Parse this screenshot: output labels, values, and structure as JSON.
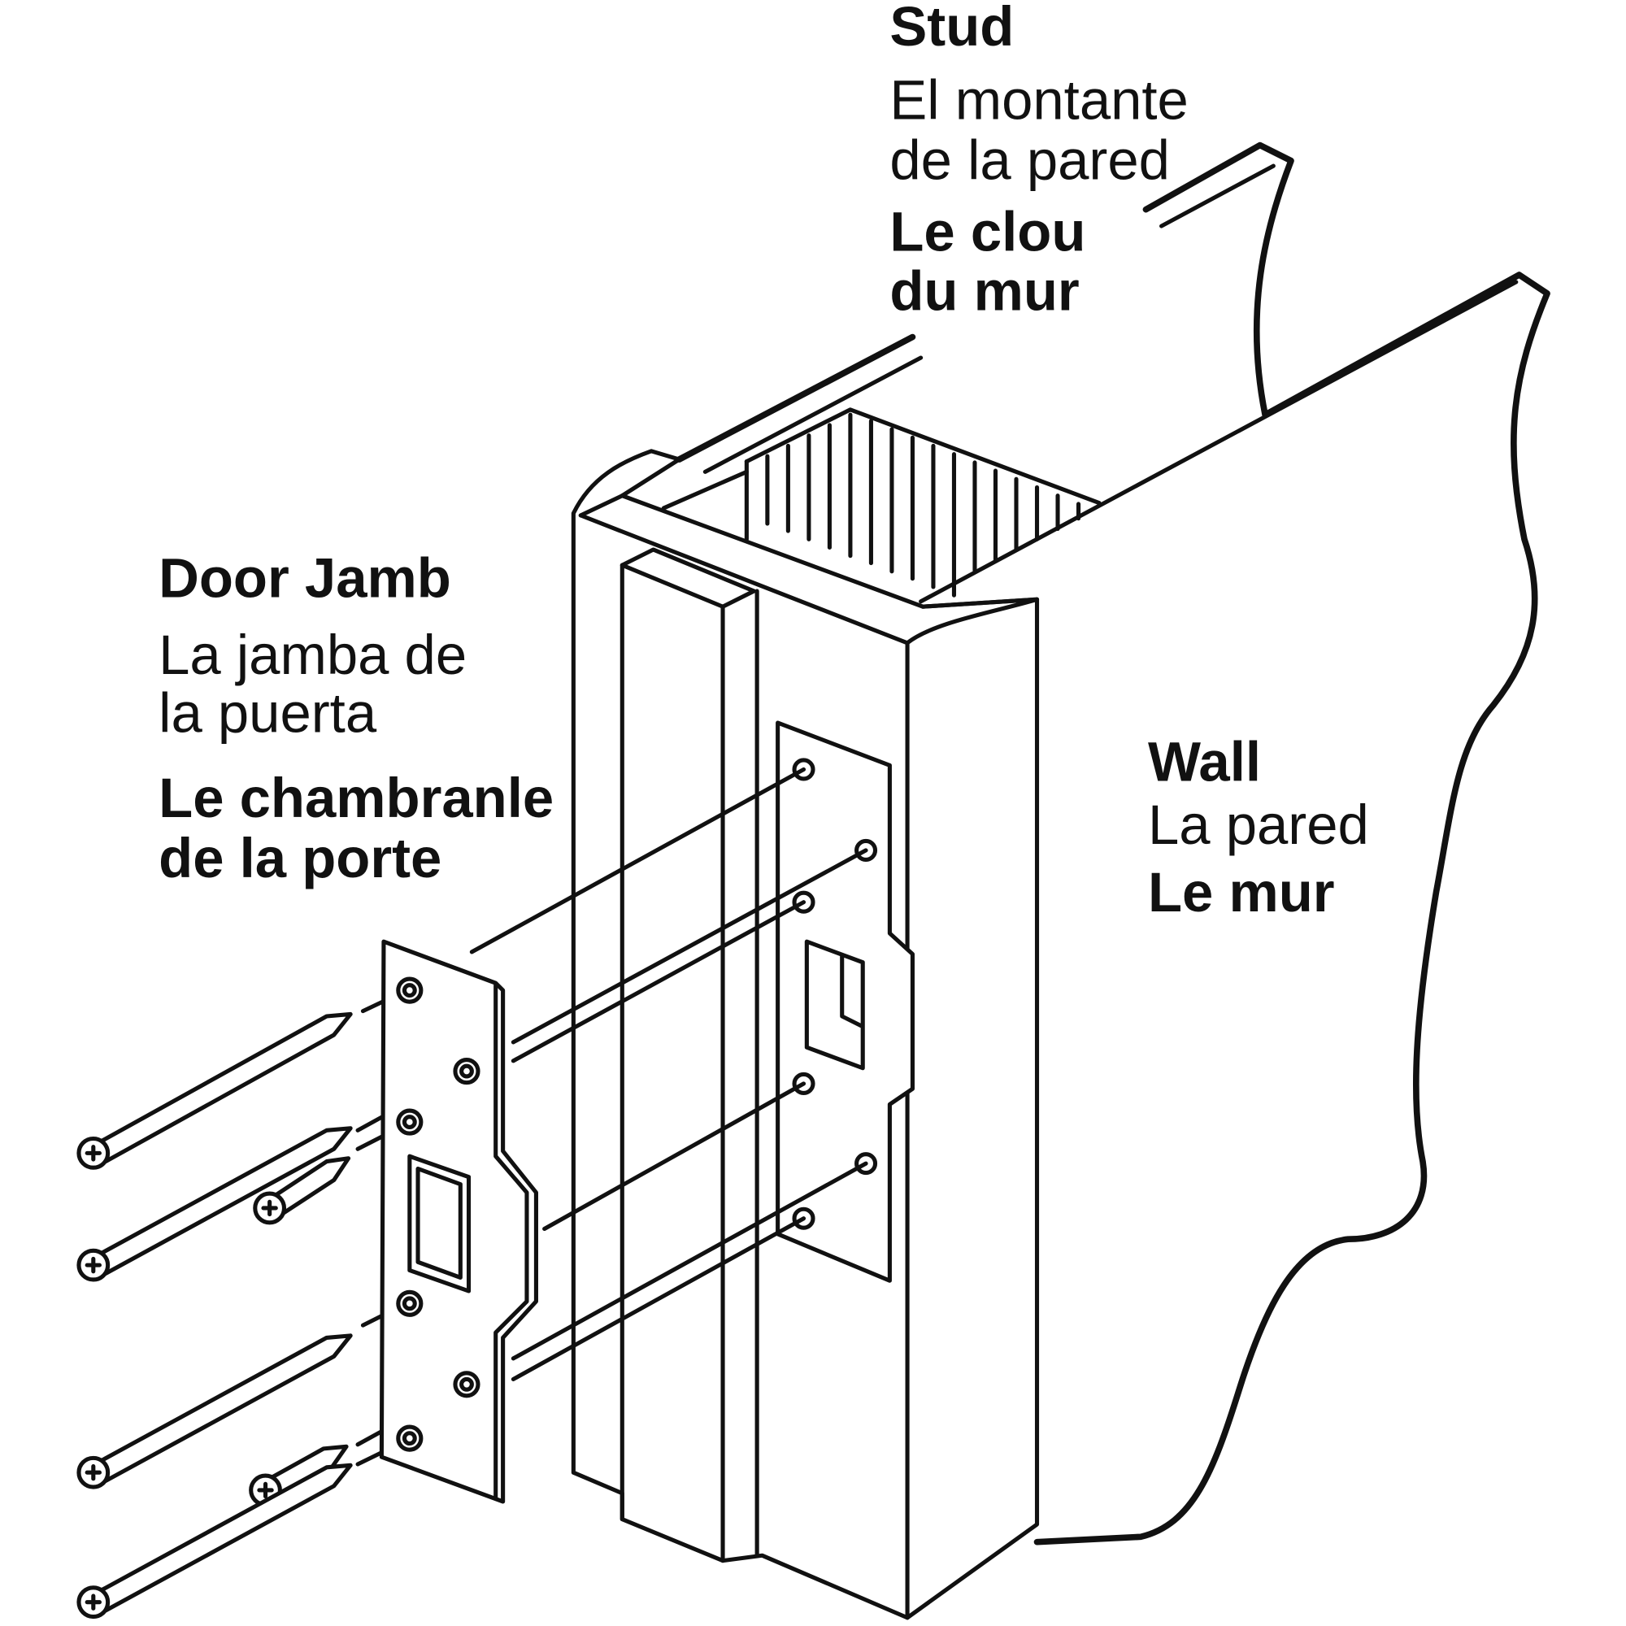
{
  "labels": {
    "stud": {
      "en": "Stud",
      "es_1": "El montante",
      "es_2": "de la pared",
      "fr_1": "Le clou",
      "fr_2": "du mur"
    },
    "door_jamb": {
      "en": "Door Jamb",
      "es_1": "La jamba de",
      "es_2": "la puerta",
      "fr_1": "Le chambranle",
      "fr_2": "de la porte"
    },
    "wall": {
      "en": "Wall",
      "es": "La pared",
      "fr": "Le mur"
    }
  }
}
